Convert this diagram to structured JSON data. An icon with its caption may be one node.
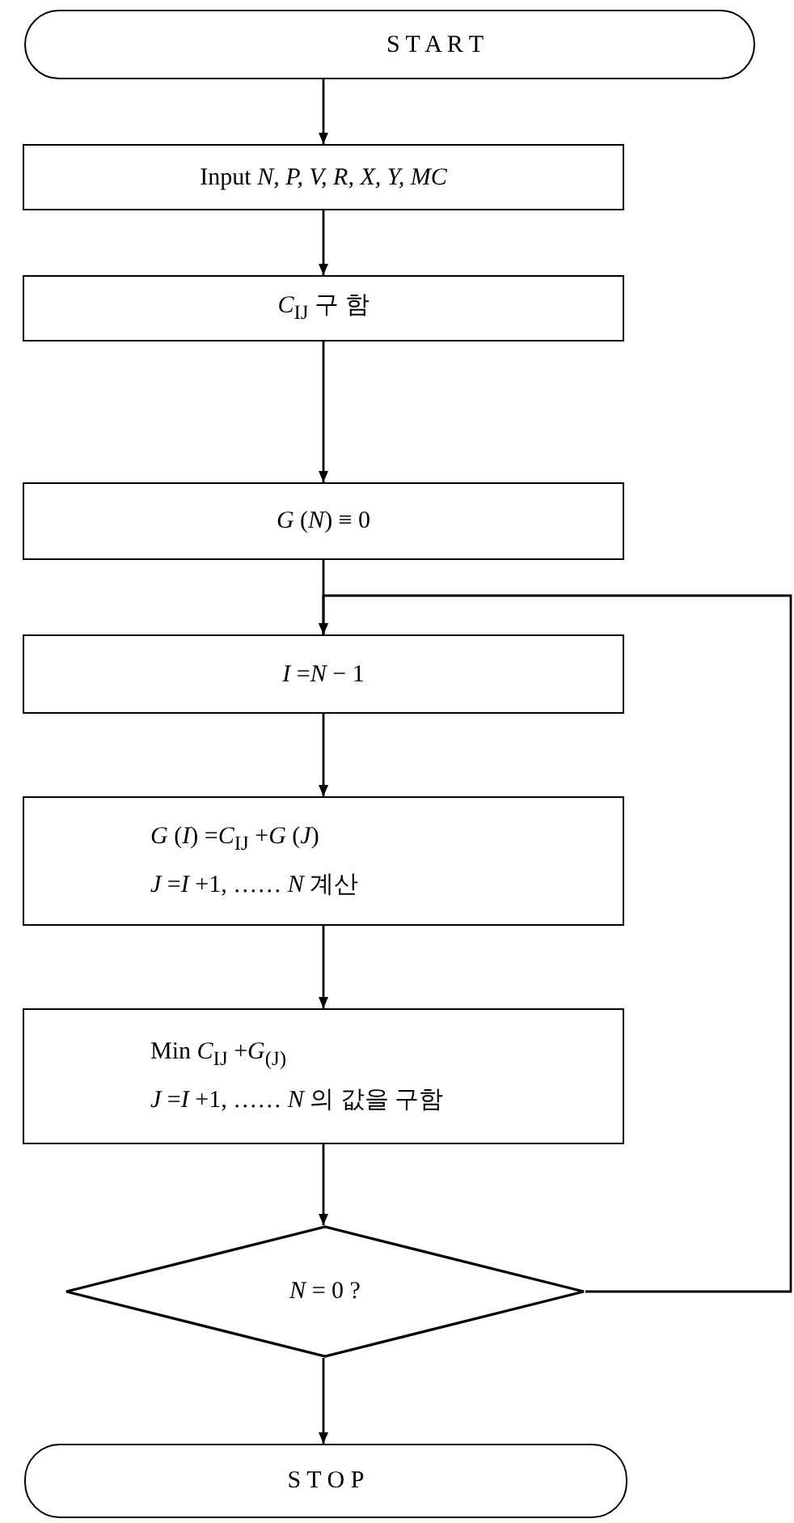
{
  "diagram": {
    "nodes": [
      {
        "text": [
          "S T A R T"
        ]
      },
      {
        "text": [
          "Input *N, P, V, R, X, Y, MC*"
        ]
      },
      {
        "text": [
          "*C*$_{IJ}$ 구 함"
        ]
      },
      {
        "text": [
          "*G* (*N*) ≡ 0"
        ]
      },
      {
        "text": [
          "*I* =*N* − 1"
        ]
      },
      {
        "text": [
          "*G* (*I*) =*C*$_{IJ}$ +*G* (*J*)",
          "*J* =*I* +1, …… *N* 계산"
        ]
      },
      {
        "text": [
          "Min *C*$_{IJ}$ +*G*$_{(J)}$",
          "*J* =*I* +1, …… *N* 의 값을 구함"
        ]
      },
      {
        "text": [
          "*N* = 0 ?"
        ]
      },
      {
        "text": [
          "S T O P"
        ]
      }
    ],
    "edges": [
      {
        "from": 0,
        "to": 1,
        "arrow": "to"
      },
      {
        "from": 1,
        "to": 2,
        "arrow": "to"
      },
      {
        "from": 2,
        "to": 3,
        "arrow": "to"
      },
      {
        "from": 3,
        "to": 4,
        "arrow": "to"
      },
      {
        "from": 4,
        "to": 5,
        "arrow": "to"
      },
      {
        "from": 5,
        "to": 6,
        "arrow": "to"
      },
      {
        "from": 6,
        "to": 7,
        "arrow": "to"
      },
      {
        "from": 7,
        "to": 8,
        "arrow": "to"
      },
      {
        "from": 7,
        "to": 4,
        "arrow": "to"
      }
    ]
  }
}
